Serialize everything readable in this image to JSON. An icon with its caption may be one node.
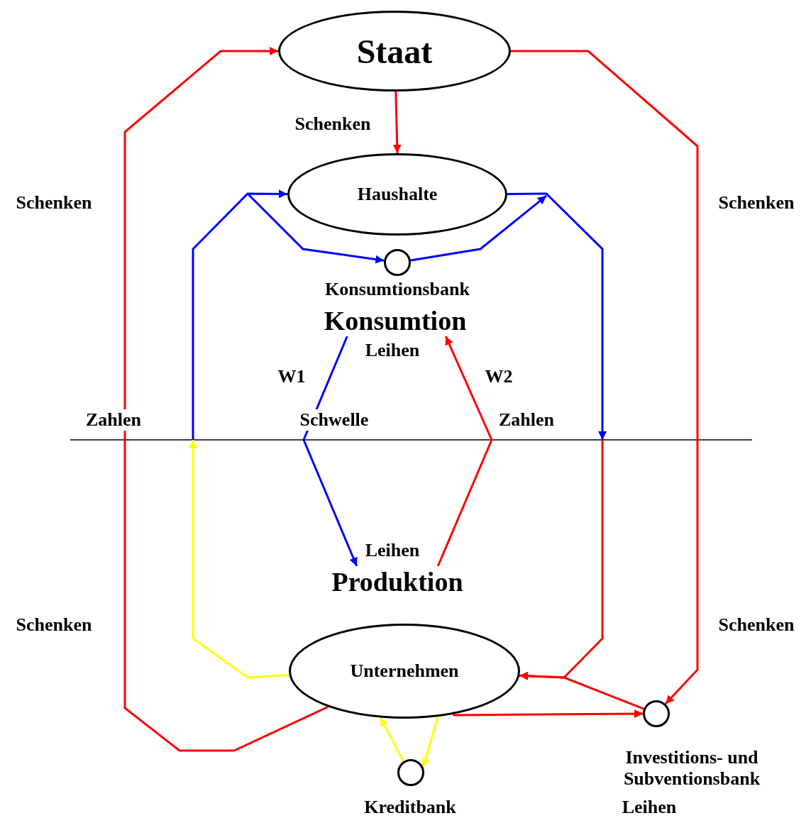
{
  "diagram": {
    "nodes": [
      {
        "text": [
          "Staat"
        ]
      },
      {
        "text": [
          "Haushalte"
        ]
      },
      {
        "text": [
          "Konsumtionsbank"
        ]
      },
      {
        "text": [
          "Unternehmen"
        ]
      },
      {
        "text": [
          "Kreditbank"
        ]
      },
      {
        "text": [
          "Investitions- und Subventionsbank"
        ]
      },
      {
        "text": [
          "Konsumtion"
        ]
      },
      {
        "text": [
          "Produktion"
        ]
      }
    ],
    "edges": [
      {
        "from": 0,
        "to": 1,
        "arrow": "to",
        "label": "Schenken",
        "color": "#ff0000"
      },
      {
        "from": 3,
        "to": 0,
        "arrow": "to",
        "label": "Schenken",
        "color": "#ff0000"
      },
      {
        "from": 0,
        "to": 5,
        "arrow": "to",
        "label": "Schenken",
        "color": "#ff0000"
      },
      {
        "from": 5,
        "to": 3,
        "arrow": "to",
        "color": "#ff0000"
      },
      {
        "from": 3,
        "to": 5,
        "arrow": "to",
        "color": "#ff0000"
      },
      {
        "from": null,
        "to": 3,
        "arrow": "to",
        "color": "#ff0000"
      },
      {
        "from": 1,
        "to": null,
        "arrow": "to",
        "color": "#0000ff"
      },
      {
        "from": null,
        "to": 1,
        "arrow": "to",
        "color": "#0000ff"
      },
      {
        "from": null,
        "to": 2,
        "arrow": "to",
        "color": "#0000ff"
      },
      {
        "from": 2,
        "to": null,
        "arrow": "to",
        "color": "#0000ff"
      },
      {
        "from": 3,
        "to": null,
        "arrow": "to",
        "color": "#ffff00"
      },
      {
        "from": 4,
        "to": 3,
        "arrow": "to",
        "color": "#ffff00"
      },
      {
        "from": 3,
        "to": 4,
        "arrow": "to",
        "color": "#ffff00"
      },
      {
        "from": 6,
        "to": 7,
        "arrow": "to",
        "label": "W1",
        "color": "#0000ff"
      },
      {
        "from": 7,
        "to": 6,
        "arrow": "to",
        "label": "W2",
        "color": "#ff0000"
      }
    ],
    "labels": [
      "Leihen",
      "Zahlen",
      "Schwelle",
      "Zahlen",
      "Leihen",
      "Schenken",
      "Schenken",
      "Leihen"
    ]
  }
}
